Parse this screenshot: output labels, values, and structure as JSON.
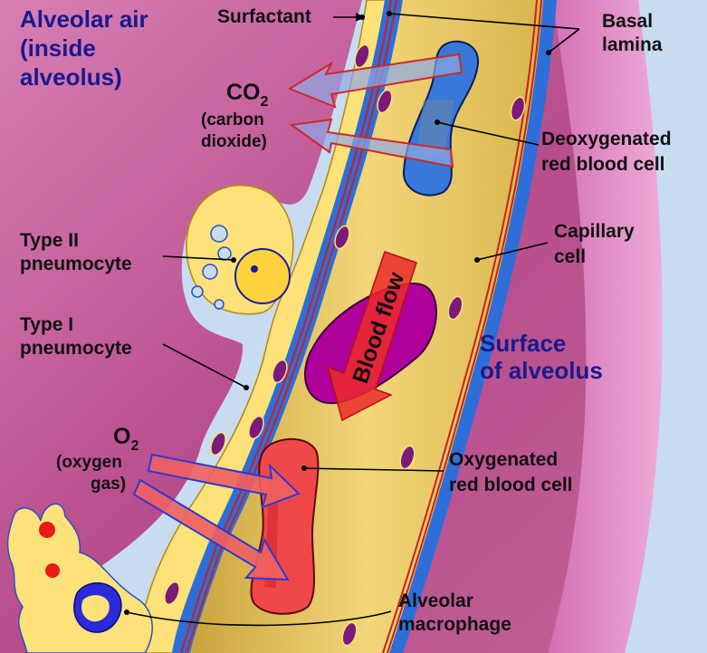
{
  "labels": {
    "alveolar_air": [
      "Alveolar air",
      "(inside",
      "alveolus)"
    ],
    "surfactant": "Surfactant",
    "basal_lamina": [
      "Basal",
      "lamina"
    ],
    "co2": "CO",
    "co2_sub": "2",
    "co2_desc": [
      "(carbon",
      "dioxide)"
    ],
    "deoxygenated": [
      "Deoxygenated",
      "red blood cell"
    ],
    "capillary_cell": [
      "Capillary",
      "cell"
    ],
    "type2": [
      "Type II",
      "pneumocyte"
    ],
    "type1": [
      "Type I",
      "pneumocyte"
    ],
    "blood_flow": "Blood flow",
    "surface": [
      "Surface",
      "of alveolus"
    ],
    "o2": "O",
    "o2_sub": "2",
    "o2_desc": [
      "(oxygen",
      "gas)"
    ],
    "oxygenated": [
      "Oxygenated",
      "red blood cell"
    ],
    "macrophage": [
      "Alveolar",
      "macrophage"
    ]
  },
  "colors": {
    "alveolus_bg": "#c0609a",
    "surface_pink": "#e8a6d2",
    "light_blue": "#c8dcf0",
    "epithelium": "#fde27a",
    "capillary": "#d8b64c",
    "basal_blue": "#2e6ed8",
    "nucleus": "#7a1a7a",
    "deoxy_rbc": "#3878d8",
    "oxy_rbc": "#f04848",
    "purple_cell": "#b0009c",
    "arrow_red": "#e83a2a",
    "arrow_blue": "#2a3ad8"
  }
}
